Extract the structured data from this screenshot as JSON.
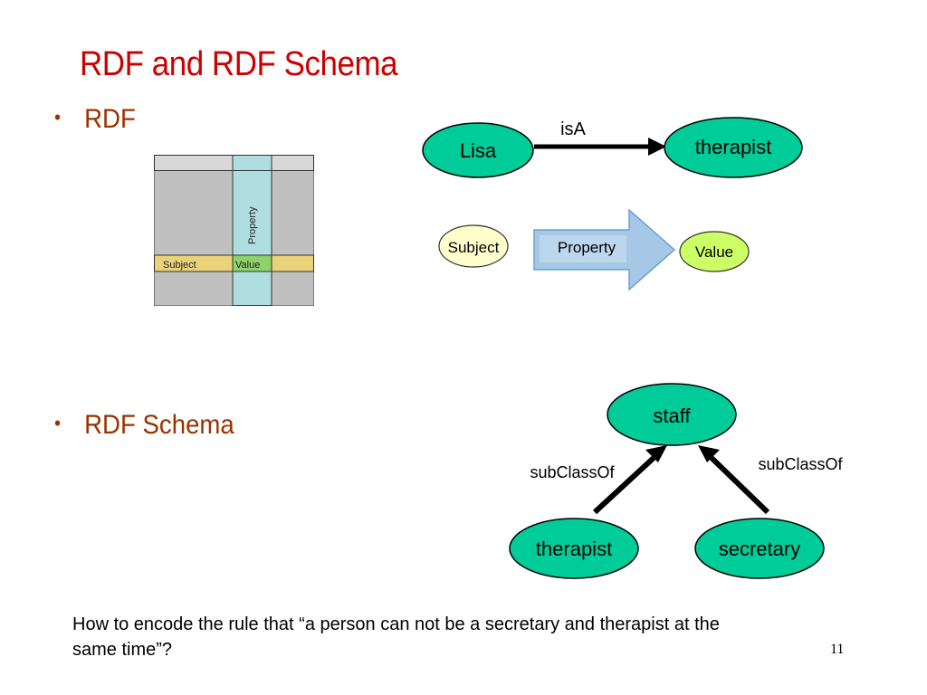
{
  "title": "RDF and RDF Schema",
  "bullets": {
    "rdf": "RDF",
    "schema": "RDF Schema"
  },
  "table_illustration": {
    "property_label": "Property",
    "subject_label": "Subject",
    "value_label": "Value"
  },
  "rdf_example": {
    "subject": "Lisa",
    "predicate": "isA",
    "object": "therapist"
  },
  "rdf_legend": {
    "subject": "Subject",
    "property": "Property",
    "value": "Value"
  },
  "schema_example": {
    "parent": "staff",
    "left_child": "therapist",
    "right_child": "secretary",
    "left_edge_label": "subClassOf",
    "right_edge_label": "subClassOf"
  },
  "question": "How to encode the rule that “a person can not be a secretary and therapist at the same time”?",
  "page_number": "11",
  "colors": {
    "title": "#cc0000",
    "bullet": "#993300",
    "node_fill": "#00cc99",
    "subject_fill": "#ffffcc",
    "value_fill": "#ccff66",
    "property_arrow": "#a6c8e6",
    "table_gray": "#c0c0c0",
    "table_column": "#b0dee0",
    "table_row": "#ead27a"
  }
}
